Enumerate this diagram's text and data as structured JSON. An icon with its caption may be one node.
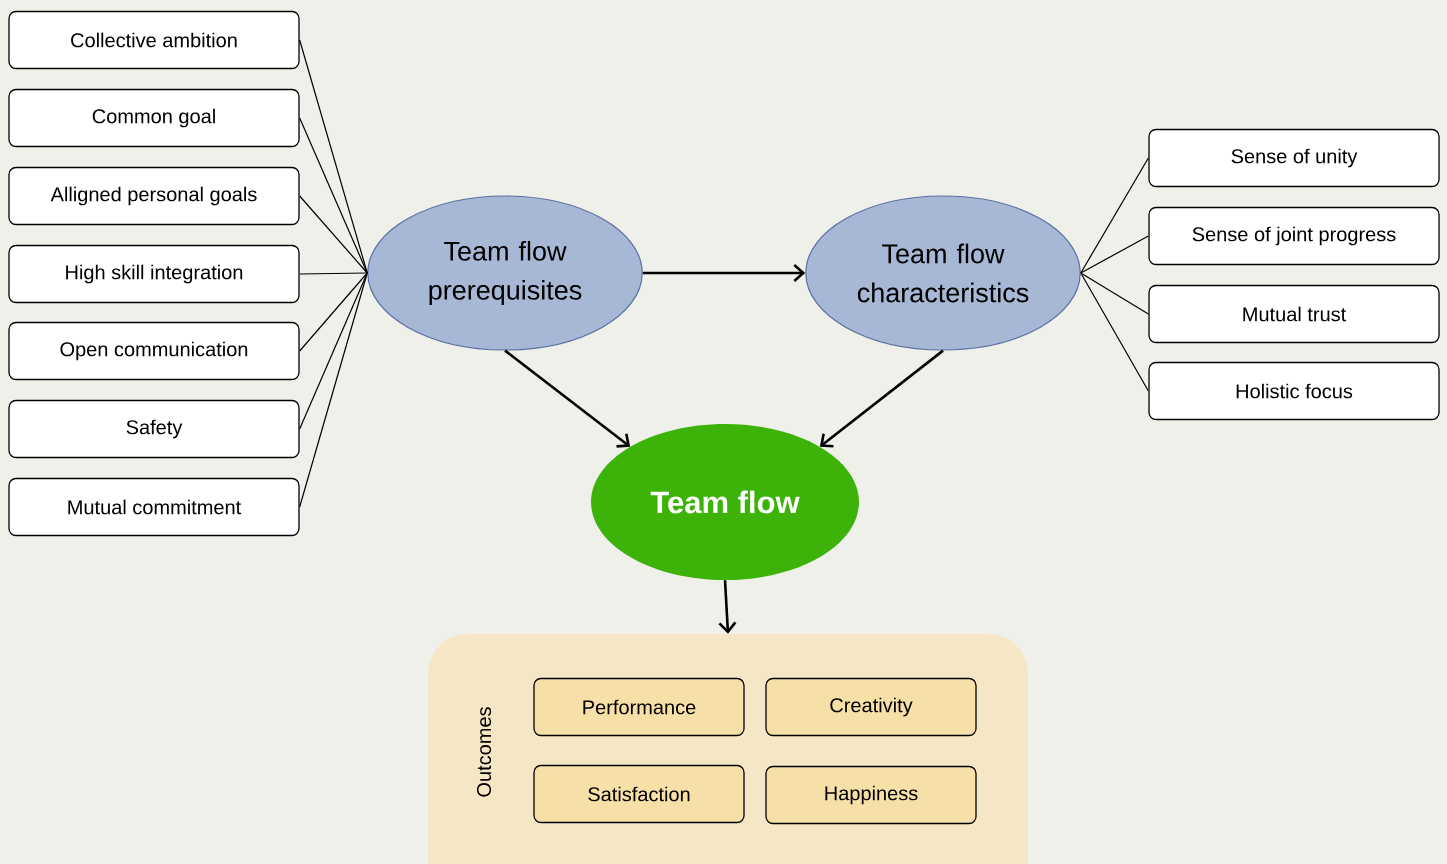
{
  "diagram": {
    "nodes": [
      {
        "text": [
          "Collective ambition"
        ]
      },
      {
        "text": [
          "Common goal"
        ]
      },
      {
        "text": [
          "Alligned personal goals"
        ]
      },
      {
        "text": [
          "High skill integration"
        ]
      },
      {
        "text": [
          "Open communication"
        ]
      },
      {
        "text": [
          "Safety"
        ]
      },
      {
        "text": [
          "Mutual commitment"
        ]
      },
      {
        "text": [
          "Team flow prerequisites"
        ]
      },
      {
        "text": [
          "Team flow characteristics"
        ]
      },
      {
        "text": [
          "Sense of unity"
        ]
      },
      {
        "text": [
          "Sense of joint progress"
        ]
      },
      {
        "text": [
          "Mutual trust"
        ]
      },
      {
        "text": [
          "Holistic focus"
        ]
      },
      {
        "text": [
          "Team flow"
        ]
      },
      {
        "text": [
          "Outcomes"
        ]
      },
      {
        "text": [
          "Performance"
        ],
        "in": 14
      },
      {
        "text": [
          "Creativity"
        ],
        "in": 14
      },
      {
        "text": [
          "Satisfaction"
        ],
        "in": 14
      },
      {
        "text": [
          "Happiness"
        ],
        "in": 14
      }
    ],
    "edges": [
      {
        "from": 0,
        "to": 7,
        "arrow": "none"
      },
      {
        "from": 1,
        "to": 7,
        "arrow": "none"
      },
      {
        "from": 2,
        "to": 7,
        "arrow": "none"
      },
      {
        "from": 3,
        "to": 7,
        "arrow": "none"
      },
      {
        "from": 4,
        "to": 7,
        "arrow": "none"
      },
      {
        "from": 5,
        "to": 7,
        "arrow": "none"
      },
      {
        "from": 6,
        "to": 7,
        "arrow": "none"
      },
      {
        "from": 7,
        "to": 8,
        "arrow": "to"
      },
      {
        "from": 8,
        "to": 9,
        "arrow": "none"
      },
      {
        "from": 8,
        "to": 10,
        "arrow": "none"
      },
      {
        "from": 8,
        "to": 11,
        "arrow": "none"
      },
      {
        "from": 8,
        "to": 12,
        "arrow": "none"
      },
      {
        "from": 7,
        "to": 13,
        "arrow": "to"
      },
      {
        "from": 8,
        "to": 13,
        "arrow": "to"
      },
      {
        "from": 13,
        "to": 14,
        "arrow": "to"
      }
    ]
  }
}
